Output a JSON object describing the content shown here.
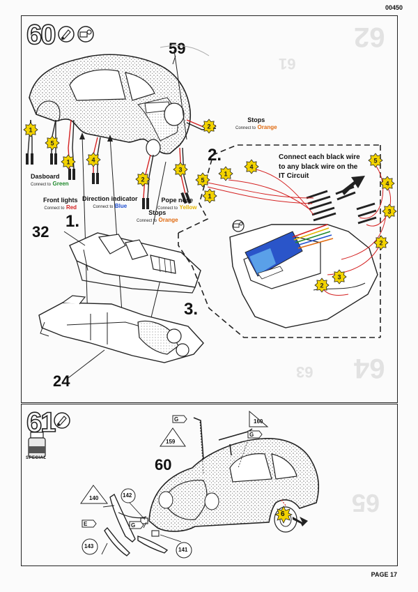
{
  "header": {
    "doc_code": "00450"
  },
  "footer": {
    "page_label": "PAGE 17"
  },
  "step60": {
    "number": "60",
    "part_callouts": {
      "body": "59",
      "interior": "32",
      "chassis": "24"
    },
    "sequence": {
      "first": "1.",
      "second": "2.",
      "third": "3."
    },
    "wires": {
      "stops_top": {
        "title": "Stops",
        "connect_prefix": "Connect to",
        "color_name": "Orange"
      },
      "dashboard": {
        "title": "Dasboard",
        "connect_prefix": "Connect to",
        "color_name": "Green"
      },
      "front_lights": {
        "title": "Front lights",
        "connect_prefix": "Connect to",
        "color_name": "Red"
      },
      "direction": {
        "title": "Direction indicator",
        "connect_prefix": "Connect to",
        "color_name": "Blue"
      },
      "pope_nose": {
        "title": "Pope nose",
        "connect_prefix": "Connect to",
        "color_name": "Yellow"
      },
      "stops_bottom": {
        "title": "Stops",
        "connect_prefix": "Connect to",
        "color_name": "Orange"
      }
    },
    "wire_markers": [
      "1",
      "5",
      "1",
      "4",
      "2",
      "3",
      "2"
    ],
    "detail_markers": [
      "5",
      "1",
      "1",
      "4",
      "5",
      "4",
      "3",
      "2",
      "2",
      "3"
    ],
    "note_line1": "Connect each black wire",
    "note_line2": "to any black wire on the",
    "note_line3": "IT Circuit"
  },
  "step61": {
    "number": "61",
    "paint_label": "SPECIAL",
    "body_callout": "60",
    "parts": {
      "p159": "159",
      "p160": "160",
      "p140": "140",
      "p142": "142",
      "p143": "143",
      "p141": "141"
    },
    "sprue": {
      "g1": "G",
      "g2": "G",
      "g3": "G",
      "e": "E"
    },
    "marker": "6"
  },
  "ghost": {
    "n62": "62",
    "n61": "61",
    "n63": "63",
    "n64": "64",
    "n65": "65"
  }
}
